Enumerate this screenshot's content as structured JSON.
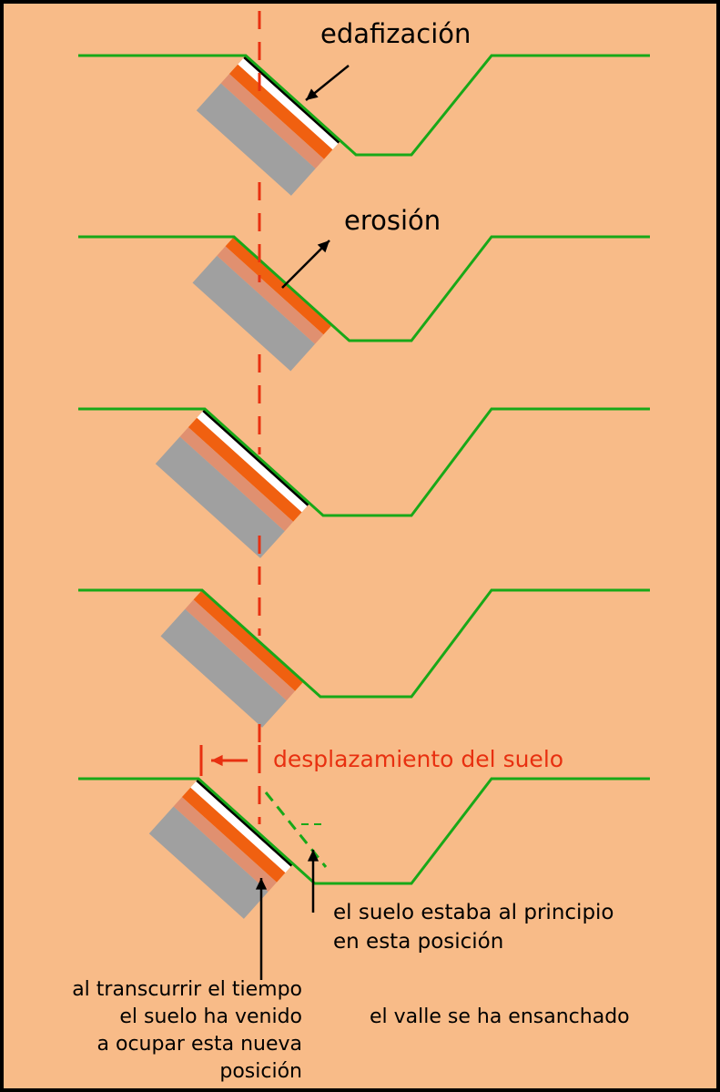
{
  "colors": {
    "background": "#F8BB88",
    "frame": "#000000",
    "terrain": "#18A818",
    "axis": "#E83010",
    "soil_orange": "#F06010",
    "soil_salmon": "#E09070",
    "soil_gray": "#A0A0A0",
    "soil_white": "#FFFFFF",
    "soil_black": "#000000",
    "text": "#000000",
    "red_text": "#E83010"
  },
  "stages": [
    {
      "label": "edafización",
      "arrow": "inward"
    },
    {
      "label": "erosión",
      "arrow": "outward"
    },
    {
      "label": "",
      "arrow": "none"
    },
    {
      "label": "",
      "arrow": "none"
    },
    {
      "label": "",
      "arrow": "none"
    }
  ],
  "annotations": {
    "displacement": "desplazamiento del suelo",
    "initial_position": [
      "el suelo estaba al principio",
      "en esta posición"
    ],
    "new_position": [
      "al transcurrir el tiempo",
      "el suelo ha venido",
      "a ocupar esta nueva",
      "posición"
    ],
    "valley_widened": "el valle se ha ensanchado"
  }
}
